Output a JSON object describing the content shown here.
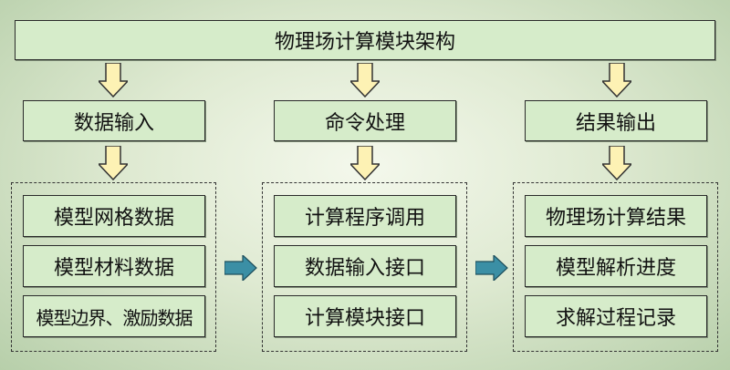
{
  "title": "物理场计算模块架构",
  "columns": [
    {
      "header": "数据输入",
      "items": [
        "模型网格数据",
        "模型材料数据",
        "模型边界、激励数据"
      ]
    },
    {
      "header": "命令处理",
      "items": [
        "计算程序调用",
        "数据输入接口",
        "计算模块接口"
      ]
    },
    {
      "header": "结果输出",
      "items": [
        "物理场计算结果",
        "模型解析进度",
        "求解过程记录"
      ]
    }
  ],
  "colors": {
    "box_fill": "#d6ecca",
    "down_arrow_fill": "#fdf2b4",
    "right_arrow_fill": "#3b8fa5"
  }
}
